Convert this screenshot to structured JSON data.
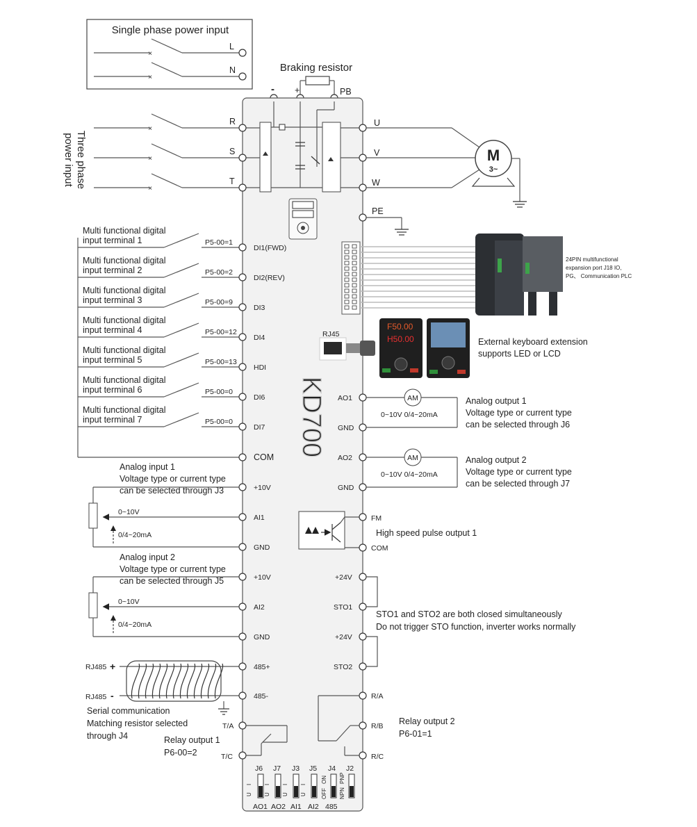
{
  "single_phase": {
    "title": "Single phase power input",
    "L": "L",
    "N": "N"
  },
  "braking_resistor": "Braking resistor",
  "bus": {
    "minus": "-",
    "plus": "+",
    "pb": "PB"
  },
  "three_phase": {
    "line1": "Three phase",
    "line2": "power input",
    "R": "R",
    "S": "S",
    "T": "T"
  },
  "outputs": {
    "U": "U",
    "V": "V",
    "W": "W",
    "PE": "PE",
    "motor": "M",
    "motor_sub": "3~"
  },
  "model": "KD700",
  "digital_inputs": [
    {
      "line1": "Multi functional digital",
      "line2": "input terminal 1",
      "param": "P5-00=1",
      "terminal": "DI1(FWD)"
    },
    {
      "line1": "Multi functional digital",
      "line2": "input terminal 2",
      "param": "P5-00=2",
      "terminal": "DI2(REV)"
    },
    {
      "line1": "Multi functional digital",
      "line2": "input terminal 3",
      "param": "P5-00=9",
      "terminal": "DI3"
    },
    {
      "line1": "Multi functional digital",
      "line2": "input terminal 4",
      "param": "P5-00=12",
      "terminal": "DI4"
    },
    {
      "line1": "Multi functional digital",
      "line2": "input terminal 5",
      "param": "P5-00=13",
      "terminal": "HDI"
    },
    {
      "line1": "Multi functional digital",
      "line2": "input terminal 6",
      "param": "P5-00=0",
      "terminal": "DI6"
    },
    {
      "line1": "Multi functional digital",
      "line2": "input terminal 7",
      "param": "P5-00=0",
      "terminal": "DI7"
    }
  ],
  "com": "COM",
  "expansion": {
    "line1": "24PIN multifunctional",
    "line2": "expansion port J18 IO,",
    "line3": "PG、 Communication PLC"
  },
  "rj45": "RJ45",
  "keyboard": {
    "line1": "External keyboard extension",
    "line2": "supports LED or LCD",
    "led1": "F50.00",
    "led2": "H50.00"
  },
  "ao1": {
    "terminal": "AO1",
    "gnd": "GND",
    "meter": "AM",
    "range": "0~10V  0/4~20mA",
    "line1": "Analog output 1",
    "line2": "Voltage type or current type",
    "line3": "can be selected through J6"
  },
  "ao2": {
    "terminal": "AO2",
    "gnd": "GND",
    "meter": "AM",
    "range": "0~10V  0/4~20mA",
    "line1": "Analog output 2",
    "line2": "Voltage type or current type",
    "line3": "can be selected through J7"
  },
  "ai1": {
    "line1": "Analog input 1",
    "line2": "Voltage type or current type",
    "line3": "can be selected through J3",
    "plus10": "+10V",
    "terminal": "AI1",
    "gnd": "GND",
    "v": "0~10V",
    "ma": "0/4~20mA"
  },
  "ai2": {
    "line1": "Analog input 2",
    "line2": "Voltage type or current type",
    "line3": "can be selected through J5",
    "plus10": "+10V",
    "terminal": "AI2",
    "gnd": "GND",
    "v": "0~10V",
    "ma": "0/4~20mA"
  },
  "fm": {
    "terminal": "FM",
    "com": "COM",
    "label": "High speed pulse output 1"
  },
  "sto": {
    "p24a": "+24V",
    "sto1": "STO1",
    "p24b": "+24V",
    "sto2": "STO2",
    "line1": "STO1 and STO2 are both closed simultaneously",
    "line2": "Do not trigger STO function, inverter works normally"
  },
  "rs485": {
    "pos_label": "RJ485",
    "neg_label": "RJ485",
    "t_plus": "485+",
    "t_minus": "485-",
    "line1": "Serial communication",
    "line2": "Matching resistor selected",
    "line3": "through J4"
  },
  "relay1": {
    "ta": "T/A",
    "tc": "T/C",
    "line1": "Relay output 1",
    "line2": "P6-00=2"
  },
  "relay2": {
    "ra": "R/A",
    "rb": "R/B",
    "rc": "R/C",
    "line1": "Relay output 2",
    "line2": "P6-01=1"
  },
  "jumpers": {
    "top": [
      "J6",
      "J7",
      "J3",
      "J5",
      "J4",
      "J2"
    ],
    "bottom": [
      "AO1",
      "AO2",
      "AI1",
      "AI2",
      "485"
    ],
    "iu": [
      "I",
      "U"
    ],
    "j4": [
      "OFF",
      "ON"
    ],
    "j2": [
      "NPN",
      "PNP"
    ]
  }
}
